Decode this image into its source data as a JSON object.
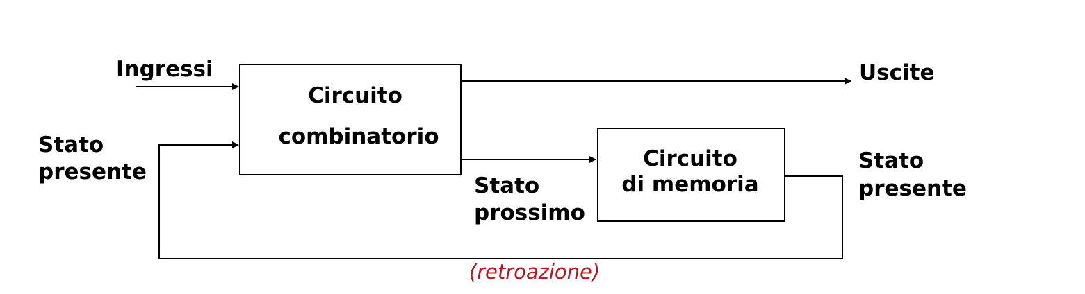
{
  "diagram": {
    "inputs_label": "Ingressi",
    "outputs_label": "Uscite",
    "present_state_left": [
      "Stato",
      "presente"
    ],
    "present_state_right": [
      "Stato",
      "presente"
    ],
    "next_state": [
      "Stato",
      "prossimo"
    ],
    "combinational_block": [
      "Circuito",
      "combinatorio"
    ],
    "memory_block": [
      "Circuito",
      "di memoria"
    ],
    "feedback_label": "(retroazione)"
  },
  "colors": {
    "line": "#000000",
    "feedback_text": "#c0141c"
  }
}
